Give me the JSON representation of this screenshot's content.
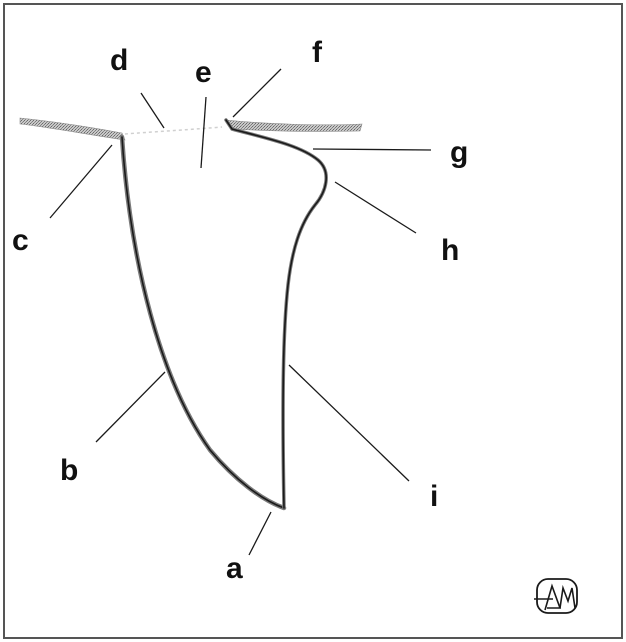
{
  "labels": {
    "a": "a",
    "b": "b",
    "c": "c",
    "d": "d",
    "e": "e",
    "f": "f",
    "g": "g",
    "h": "h",
    "i": "i"
  },
  "logo_text": "ADM",
  "colors": {
    "ink": "#111111",
    "surface_stipple": "#9a9a9a",
    "border": "#555555"
  }
}
